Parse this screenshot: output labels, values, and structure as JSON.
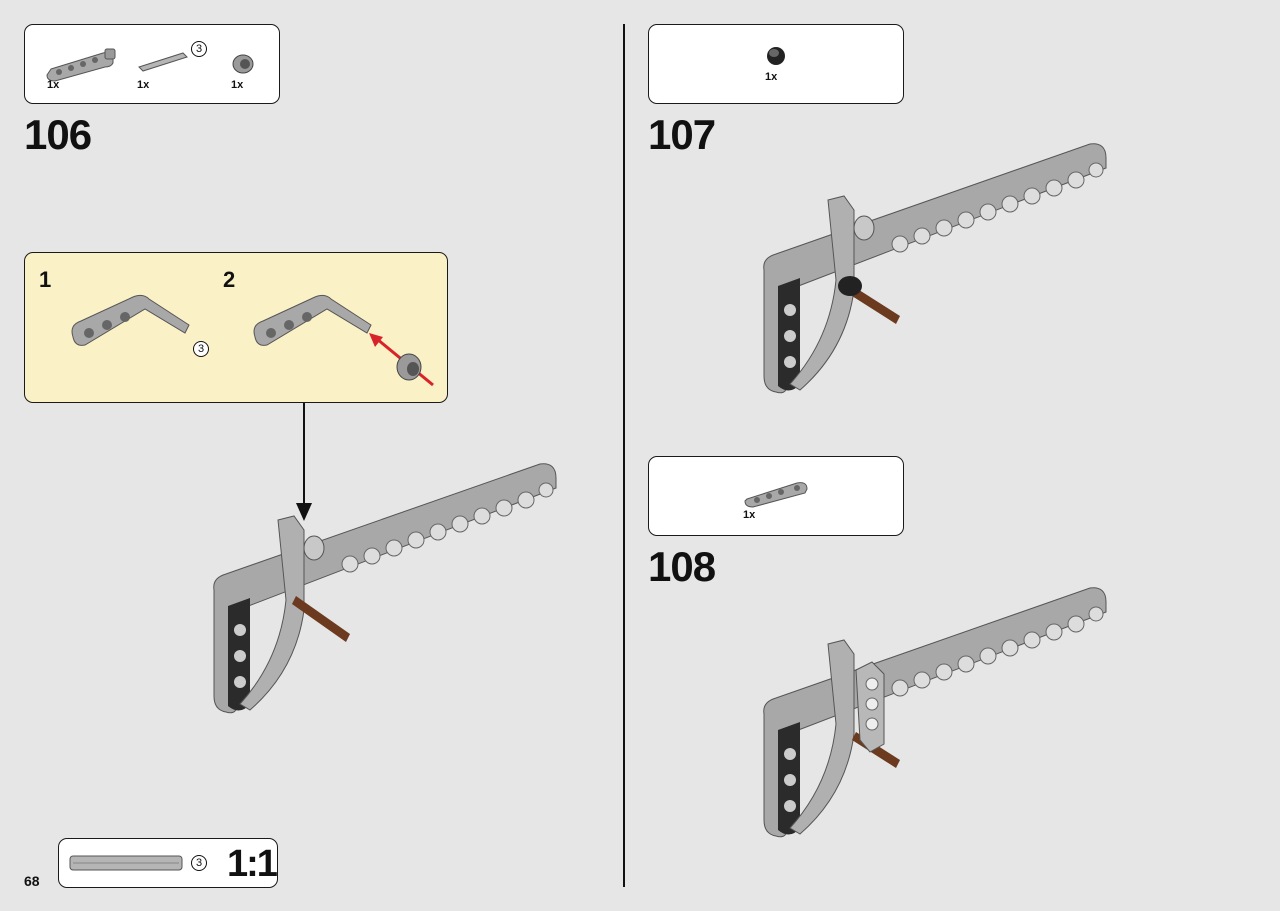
{
  "page_number": "68",
  "steps": [
    {
      "number": "106",
      "parts": [
        {
          "name": "liftarm-l-shape",
          "qty": "1x"
        },
        {
          "name": "axle-3",
          "qty": "1x",
          "length": "3"
        },
        {
          "name": "bush",
          "qty": "1x"
        }
      ],
      "substeps": [
        {
          "number": "1",
          "axle_length": "3"
        },
        {
          "number": "2"
        }
      ]
    },
    {
      "number": "107",
      "parts": [
        {
          "name": "black-bush",
          "qty": "1x"
        }
      ]
    },
    {
      "number": "108",
      "parts": [
        {
          "name": "liftarm-thin",
          "qty": "1x"
        }
      ]
    }
  ],
  "scale_ruler": {
    "length": "3",
    "label": "1:1"
  },
  "colors": {
    "background": "#e6e6e6",
    "callout": "#fbf1c7",
    "part_gray": "#a8a8a8",
    "part_dark": "#2b2b2b",
    "axle_brown": "#6b3a1f",
    "arrow_red": "#d8232a"
  }
}
